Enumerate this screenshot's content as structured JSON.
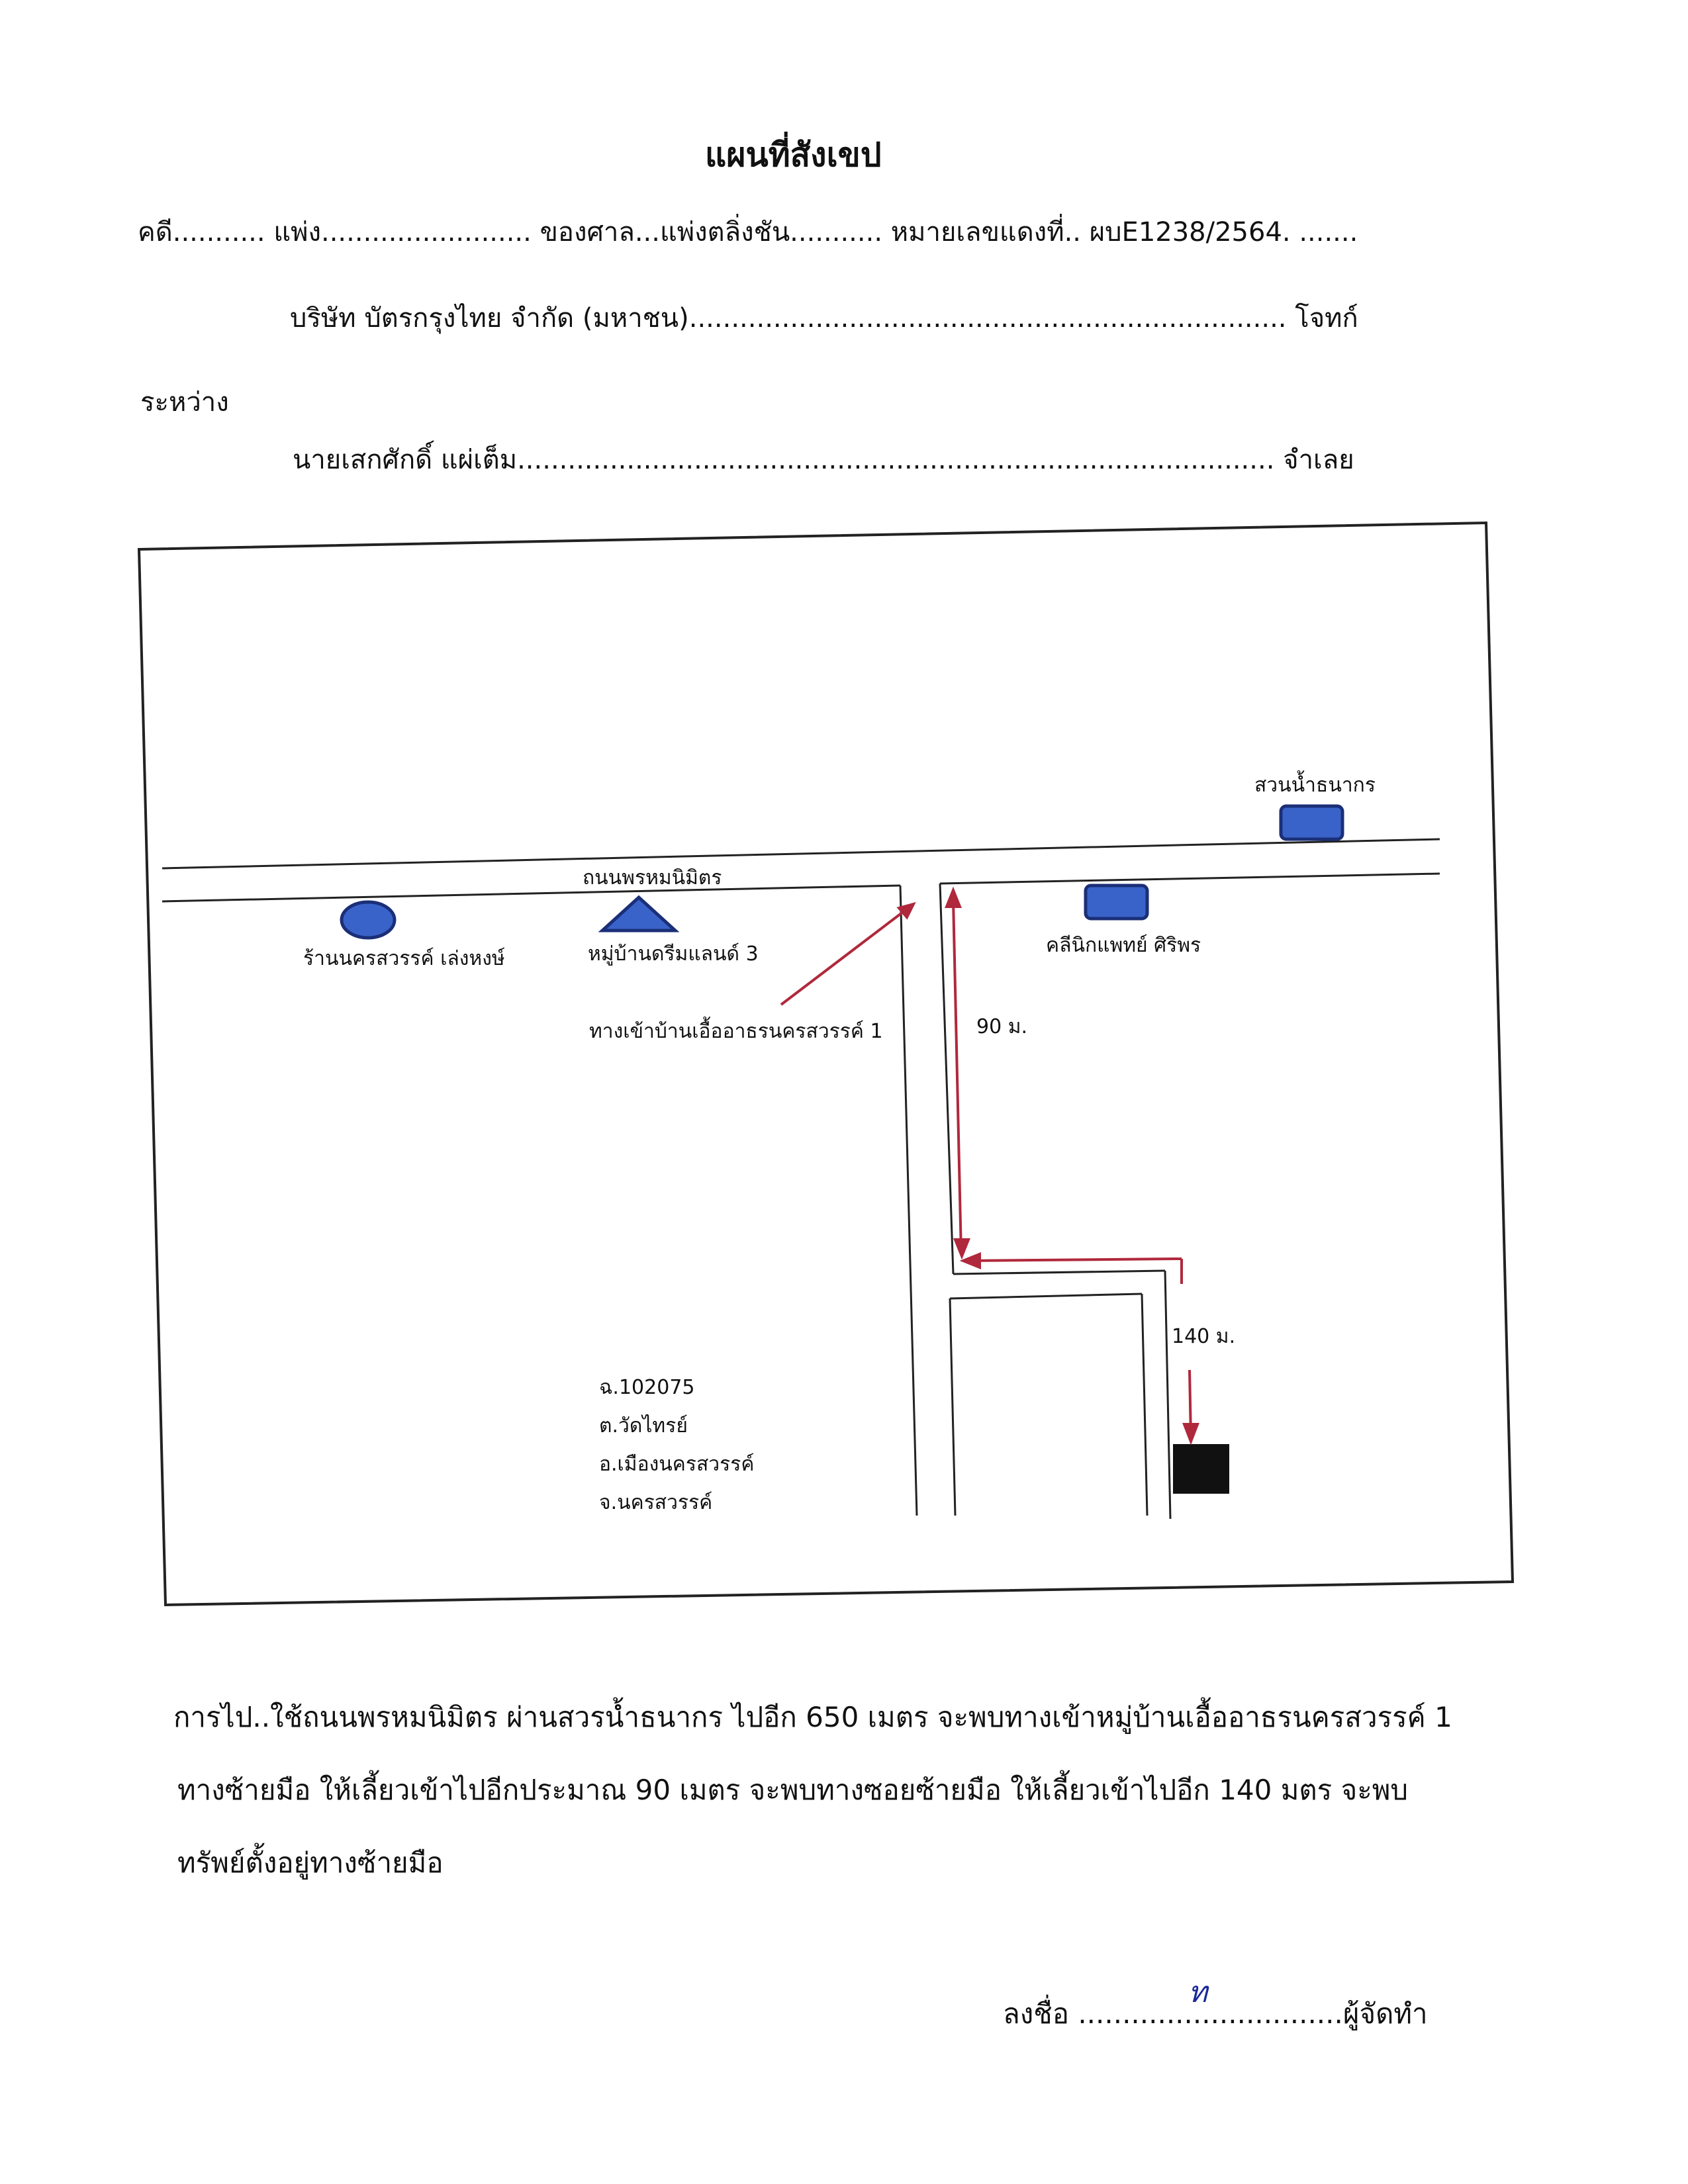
{
  "header": {
    "title": "แผนที่สังเขป",
    "case_line": "คดี........... แพ่ง......................... ของศาล...แพ่งตลิ่งชัน........... หมายเลขแดงที่.. ผบE1238/2564. .......",
    "plaintiff": "บริษัท  บัตรกรุงไทย  จำกัด  (มหาชน)....................................................................... โจทก์",
    "between": "ระหว่าง",
    "defendant": "นายเสกศักดิ์  แผ่เต็ม.......................................................................................... จำเลย"
  },
  "map": {
    "road_name": "ถนนพรหมนิมิตร",
    "landmarks": {
      "park": "สวนน้ำธนากร",
      "shop": "ร้านนครสวรรค์ เล่งหงษ์",
      "village": "หมู่บ้านดรีมแลนด์ 3",
      "clinic": "คลีนิกแพทย์ ศิริพร",
      "entrance": "ทางเข้าบ้านเอื้ออาธรนครสวรรค์ 1"
    },
    "distances": {
      "first": "90 ม.",
      "second": "140 ม."
    },
    "address": {
      "line1": "ฉ.102075",
      "line2": "ต.วัดไทรย์",
      "line3": "อ.เมืองนครสวรรค์",
      "line4": "จ.นครสวรรค์"
    },
    "colors": {
      "marker_fill": "#3a63c9",
      "marker_stroke": "#1b2f78",
      "route": "#b0283c",
      "property": "#111111"
    }
  },
  "directions": {
    "line1": "การไป..ใช้ถนนพรหมนิมิตร  ผ่านสวรน้ำธนากร  ไปอีก 650 เมตร จะพบทางเข้าหมู่บ้านเอื้ออาธรนครสวรรค์ 1",
    "line2": "ทางซ้ายมือ ให้เลี้ยวเข้าไปอีกประมาณ 90 เมตร จะพบทางซอยซ้ายมือ ให้เลี้ยวเข้าไปอีก 140 มตร จะพบ",
    "line3": "ทรัพย์ตั้งอยู่ทางซ้ายมือ"
  },
  "signature": {
    "sign_label": "ลงชื่อ ..............................ผู้จัดทำ",
    "mark": "ท"
  }
}
